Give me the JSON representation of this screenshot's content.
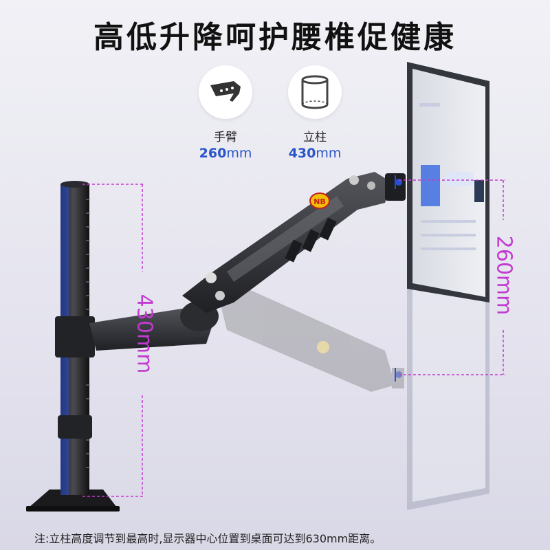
{
  "title": "高低升降呵护腰椎促健康",
  "features": [
    {
      "icon": "arm-icon",
      "label": "手臂",
      "value": "260",
      "unit": "mm"
    },
    {
      "icon": "column-icon",
      "label": "立柱",
      "value": "430",
      "unit": "mm"
    }
  ],
  "dimensions": {
    "column": "430mm",
    "arm": "260mm"
  },
  "brand": "NB",
  "note": "注:立柱高度调节到最高时,显示器中心位置到桌面可达到630mm距离。",
  "colors": {
    "accent_blue": "#2956c8",
    "dimension_magenta": "#c23ad0",
    "column_highlight": "#2a4fd6"
  }
}
